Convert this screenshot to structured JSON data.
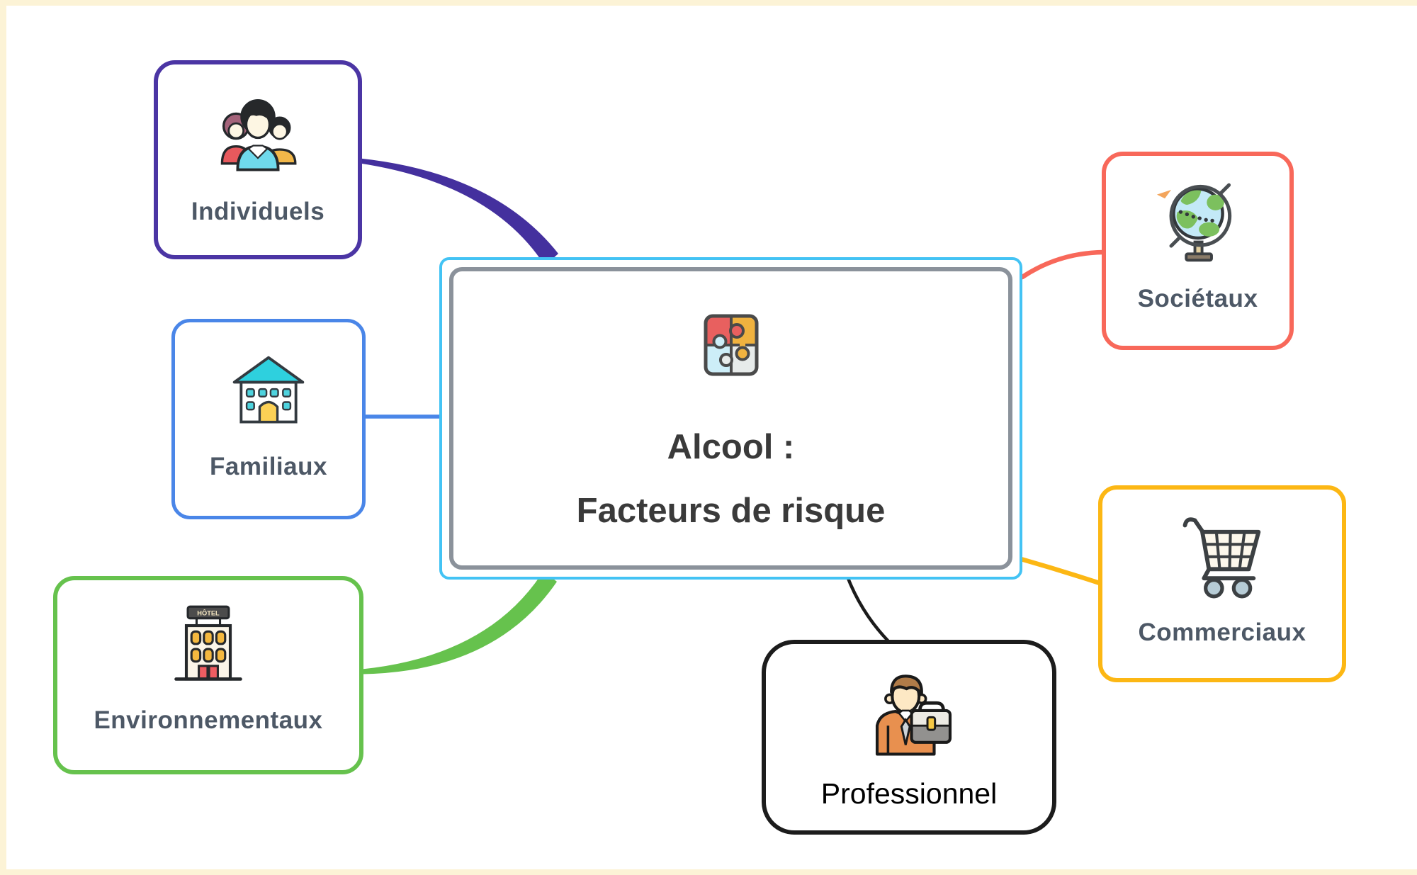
{
  "frame_color": "#fcf3d6",
  "canvas_color": "#ffffff",
  "label_text_color": "#4d5866",
  "central_node": {
    "icon": "puzzle-icon",
    "line1": "Alcool :",
    "line2": "Facteurs de risque",
    "outer_border_color": "#43c3f4",
    "inner_border_color": "#8b929b",
    "text_color": "#3a3a3a"
  },
  "nodes": [
    {
      "id": "individuels",
      "label": "Individuels",
      "icon": "family-icon",
      "border_color": "#4b35a4"
    },
    {
      "id": "familiaux",
      "label": "Familiaux",
      "icon": "school-house-icon",
      "border_color": "#4a86e8"
    },
    {
      "id": "environnementaux",
      "label": "Environnementaux",
      "icon": "hotel-building-icon",
      "border_color": "#66c24d",
      "sign_text": "HÔTEL"
    },
    {
      "id": "societaux",
      "label": "Sociétaux",
      "icon": "desk-globe-icon",
      "border_color": "#f8685a"
    },
    {
      "id": "commerciaux",
      "label": "Commerciaux",
      "icon": "shopping-cart-icon",
      "border_color": "#fcb714"
    },
    {
      "id": "professionnel",
      "label": "Professionnel",
      "icon": "businessman-briefcase-icon",
      "border_color": "#1c1c1c"
    }
  ],
  "connectors": [
    {
      "from": "individuels",
      "to": "central",
      "color": "#44309e"
    },
    {
      "from": "familiaux",
      "to": "central",
      "color": "#4a86e8"
    },
    {
      "from": "environnementaux",
      "to": "central",
      "color": "#66c24d"
    },
    {
      "from": "societaux",
      "to": "central",
      "color": "#f8685a"
    },
    {
      "from": "commerciaux",
      "to": "central",
      "color": "#fcb714"
    },
    {
      "from": "professionnel",
      "to": "central",
      "color": "#1b1b1b"
    }
  ]
}
